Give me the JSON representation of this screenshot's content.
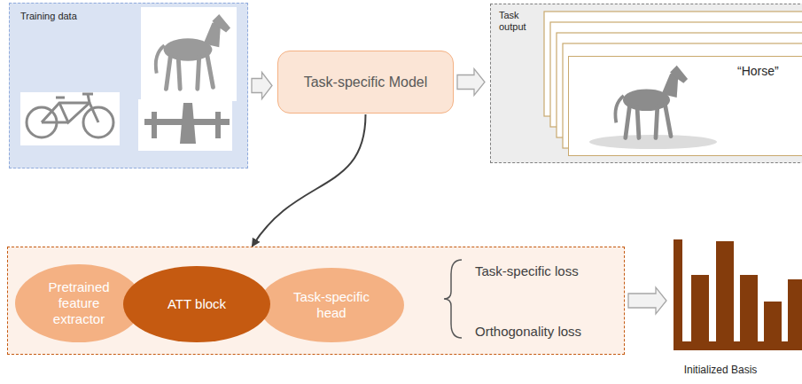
{
  "diagram": {
    "nodes": [
      {
        "text": [
          "Training data"
        ]
      },
      {
        "text": [
          "Task-specific Model"
        ]
      },
      {
        "text": [
          "Task output"
        ]
      },
      {
        "text": [
          "“Horse”"
        ],
        "in": 2
      },
      {
        "text": []
      },
      {
        "text": [
          "Pretrained feature extractor"
        ],
        "in": 4
      },
      {
        "text": [
          "ATT block"
        ],
        "in": 4
      },
      {
        "text": [
          "Task-specific head"
        ],
        "in": 4
      },
      {
        "text": [
          "Initialized Basis"
        ]
      }
    ],
    "edges": [
      {
        "from": 0,
        "to": 1,
        "arrow": "to"
      },
      {
        "from": 1,
        "to": 2,
        "arrow": "to"
      },
      {
        "from": 1,
        "to": 4,
        "arrow": "to"
      },
      {
        "from": 4,
        "to": 8,
        "arrow": "to"
      }
    ],
    "labels": [
      "Task-specific loss",
      "Orthogonality loss"
    ]
  }
}
